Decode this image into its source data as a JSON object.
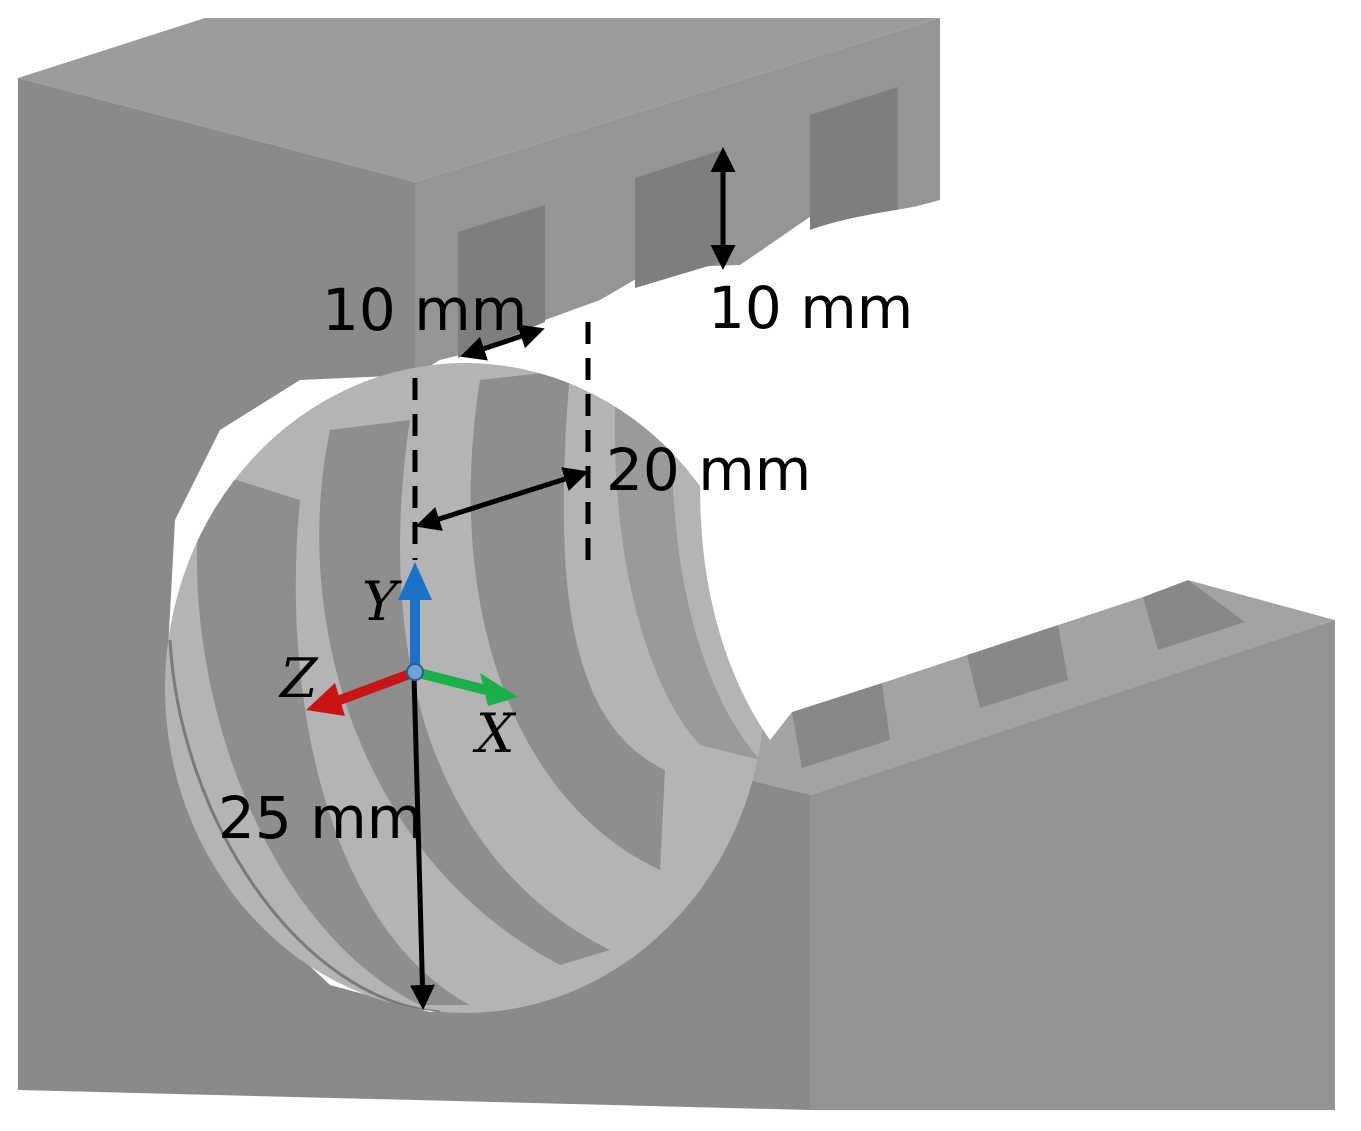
{
  "dimensions": {
    "slot_width": "10 mm",
    "slot_depth": "10 mm",
    "groove_pitch": "20 mm",
    "bore_radius": "25 mm"
  },
  "axes": {
    "x_label": "X",
    "y_label": "Y",
    "z_label": "Z"
  },
  "colors": {
    "x_axis": "#1aaf4a",
    "y_axis": "#1a73c8",
    "z_axis": "#c81414",
    "origin": "#6fa3d8",
    "body_front": "#8c8c8c",
    "body_top": "#9a9a9a",
    "bore_light": "#b2b2b2",
    "bore_dark": "#8e8e8e",
    "annotation": "#000000"
  }
}
